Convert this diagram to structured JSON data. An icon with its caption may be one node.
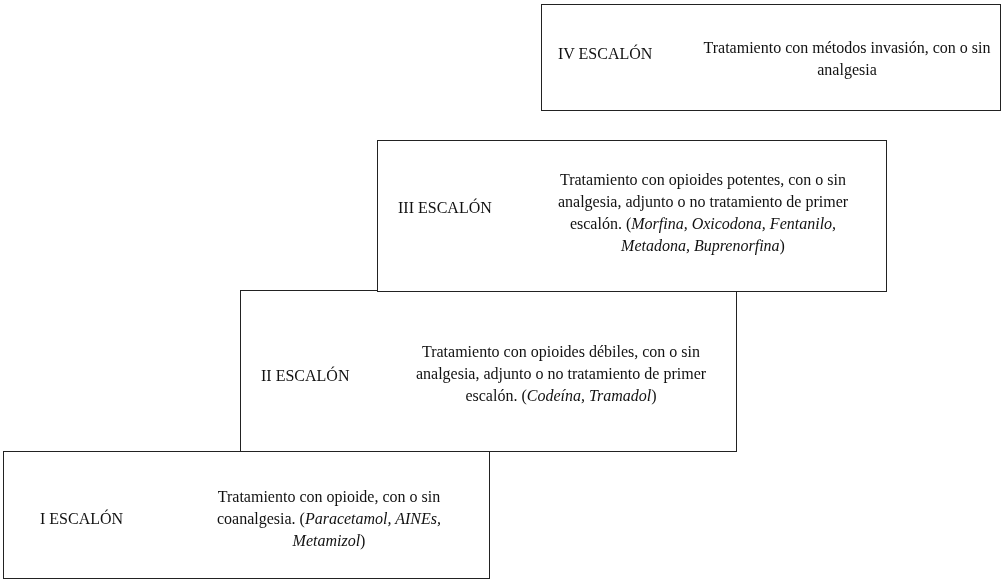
{
  "diagram": {
    "nodes": [
      {
        "text": [
          "IV ESCALÓN",
          "Tratamiento con métodos invasión, con o sin analgesia"
        ]
      },
      {
        "text": [
          "III ESCALÓN",
          "Tratamiento con opioides potentes, con o sin analgesia, adjunto o no tratamiento de primer escalón. (*Morfina, Oxicodona, Fentanilo, Metadona, Buprenorfina*)"
        ]
      },
      {
        "text": [
          "II ESCALÓN",
          "Tratamiento con opioides débiles, con o sin analgesia, adjunto o no tratamiento de primer escalón. (*Codeína, Tramadol*)"
        ]
      },
      {
        "text": [
          "I ESCALÓN",
          "Tratamiento con opioide, con o sin coanalgesia. (*Paracetamol, AINEs, Metamizol*)"
        ]
      }
    ],
    "edges": []
  }
}
